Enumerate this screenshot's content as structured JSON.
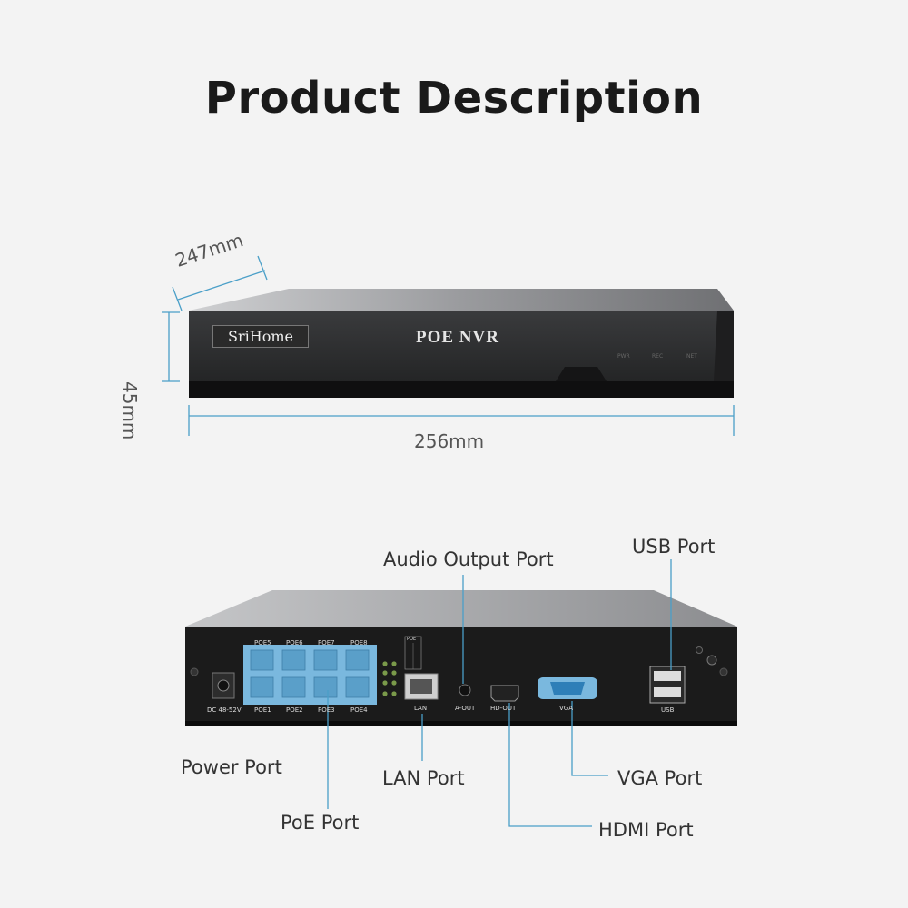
{
  "heading": "Product Description",
  "dimensions": {
    "depth": "247mm",
    "height": "45mm",
    "width": "256mm"
  },
  "front_panel": {
    "brand": "SriHome",
    "model": "POE  NVR",
    "leds": [
      "PWR",
      "REC",
      "NET"
    ]
  },
  "rear_panel": {
    "dc_label": "DC 48-52V",
    "poe_top": [
      "POE5",
      "POE6",
      "POE7",
      "POE8"
    ],
    "poe_bottom": [
      "POE1",
      "POE2",
      "POE3",
      "POE4"
    ],
    "lan": "LAN",
    "aout": "A-OUT",
    "hdout": "HD-OUT",
    "vga": "VGA",
    "usb": "USB",
    "poe_box": "POE"
  },
  "callouts": {
    "audio": "Audio Output Port",
    "usb": "USB Port",
    "power": "Power Port",
    "lan": "LAN Port",
    "vga": "VGA Port",
    "poe": "PoE Port",
    "hdmi": "HDMI Port"
  },
  "colors": {
    "accent": "#4a9fc8",
    "device": "#1b1b1b",
    "poe_port": "#7ab8de"
  }
}
